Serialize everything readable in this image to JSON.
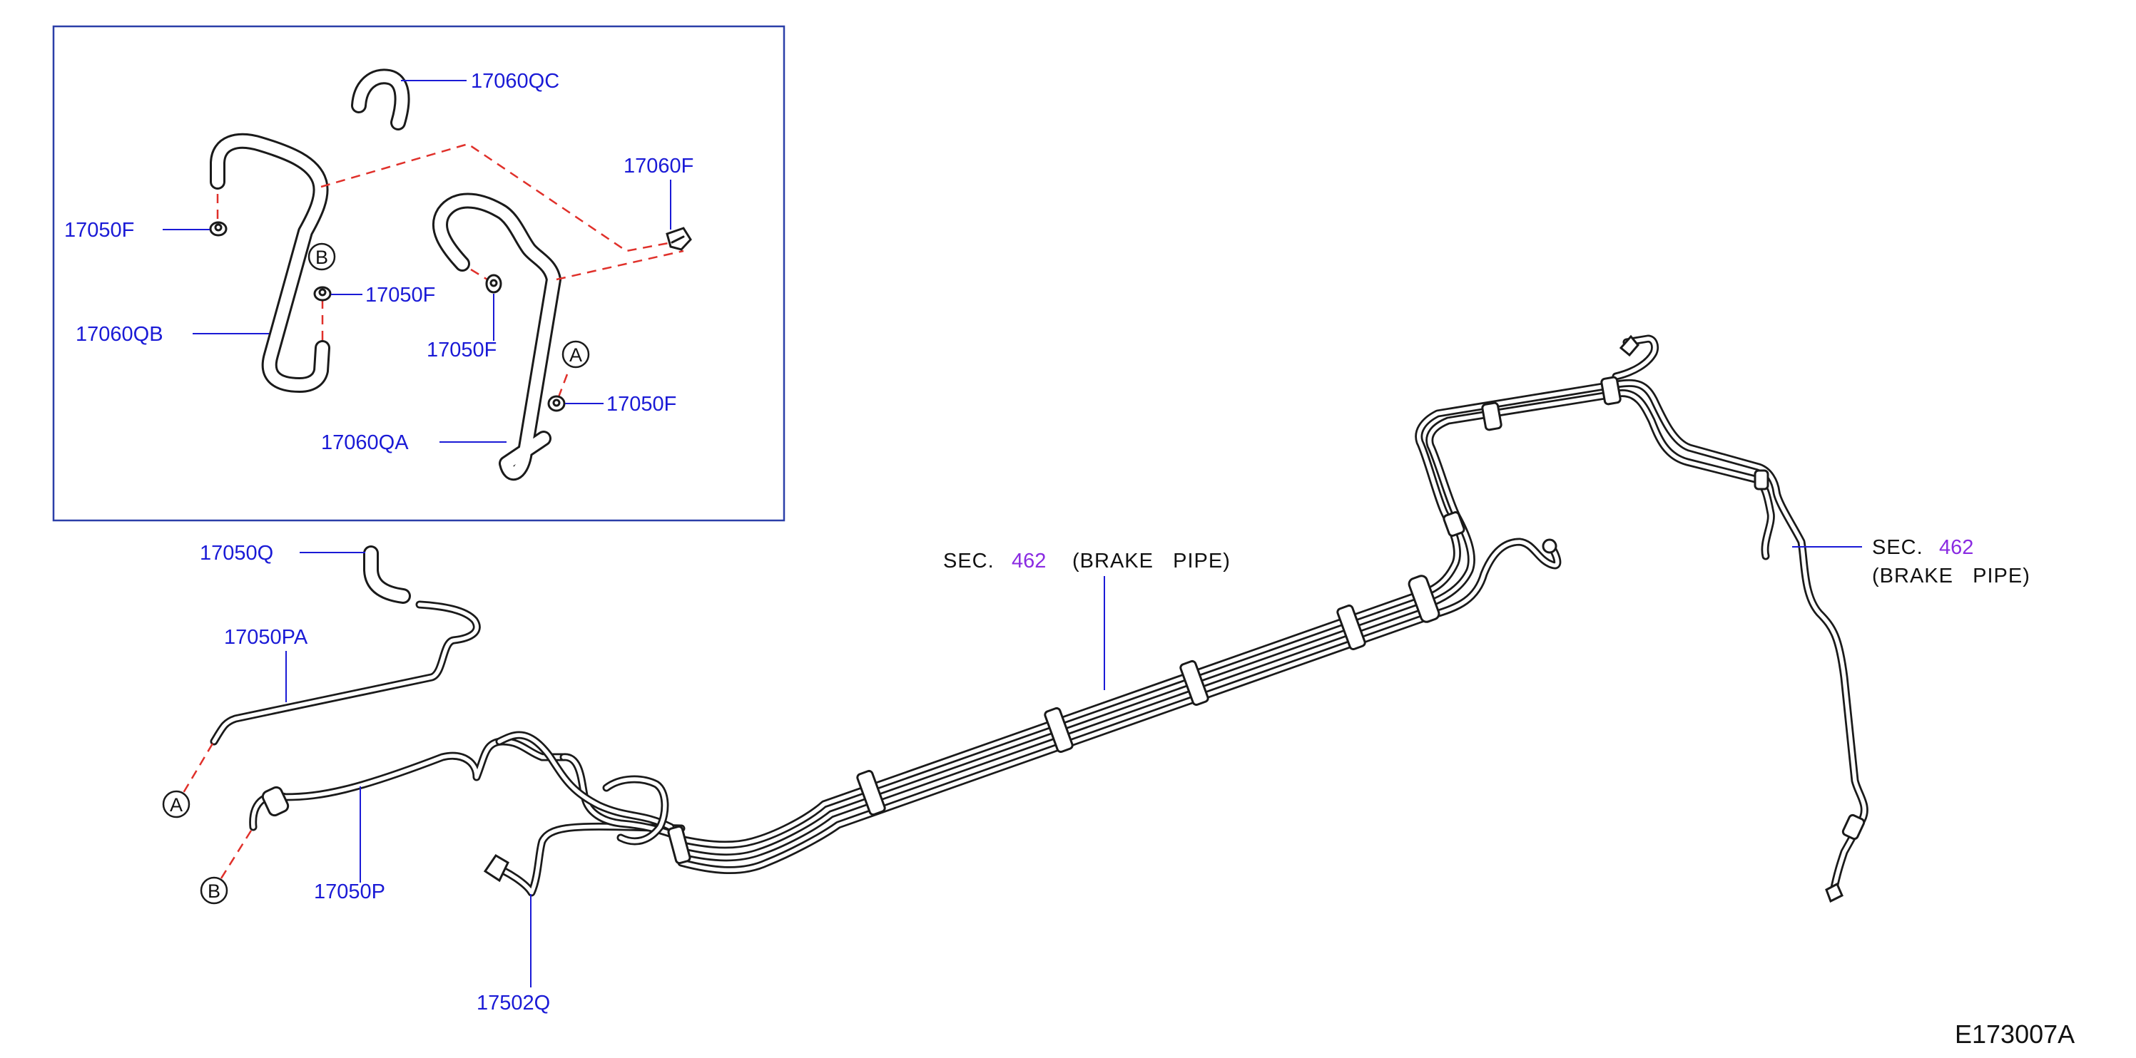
{
  "inset": {
    "labels": {
      "hose_top": "17060QC",
      "clamp_right": "17060F",
      "clamp_left": "17050F",
      "clamp_mid_b": "17050F",
      "hose_qb": "17060QB",
      "clamp_center": "17050F",
      "clamp_a": "17050F",
      "hose_qa": "17060QA"
    },
    "refs": {
      "b": "B",
      "a": "A"
    }
  },
  "main": {
    "labels": {
      "hose_q": "17050Q",
      "tube_pa": "17050PA",
      "tube_p": "17050P",
      "tube_502q": "17502Q"
    },
    "refs": {
      "a": "A",
      "b": "B"
    },
    "sec_center": {
      "prefix": "SEC.",
      "number": "462",
      "suffix": "(BRAKE   PIPE)"
    },
    "sec_right": {
      "prefix": "SEC.",
      "number": "462",
      "suffix": "(BRAKE   PIPE)"
    }
  },
  "diagram_code": "E173007A",
  "colors": {
    "part_number": "#1a1ad6",
    "section_link": "#8a2be2",
    "dashed_leader": "#e0302a",
    "inset_frame": "#2b3fa8"
  }
}
